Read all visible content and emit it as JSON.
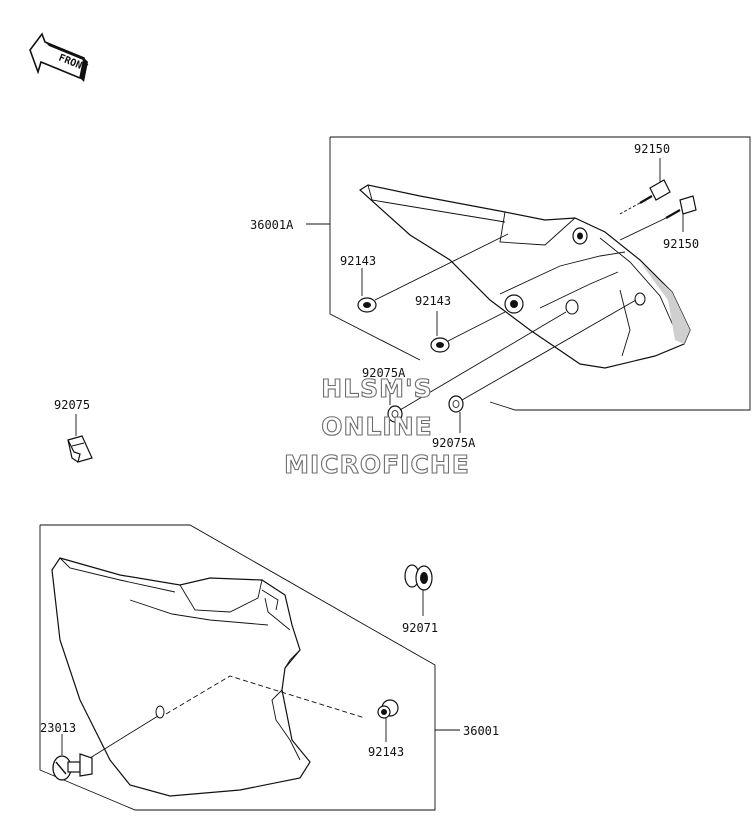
{
  "front_arrow": {
    "label": "FRONT"
  },
  "watermark": {
    "line1": "HLSM'S",
    "line2": "ONLINE",
    "line3": "MICROFICHE"
  },
  "callouts": {
    "c36001A": "36001A",
    "c92150_top": "92150",
    "c92150_right": "92150",
    "c92143_left": "92143",
    "c92143_mid": "92143",
    "c92075A_top": "92075A",
    "c92075A_bottom": "92075A",
    "c92075": "92075",
    "c92071": "92071",
    "c23013": "23013",
    "c92143_lower": "92143",
    "c36001": "36001"
  },
  "colors": {
    "line": "#111111",
    "watermark_stroke": "#6e6e6e",
    "shade": "#cfcfcf"
  }
}
